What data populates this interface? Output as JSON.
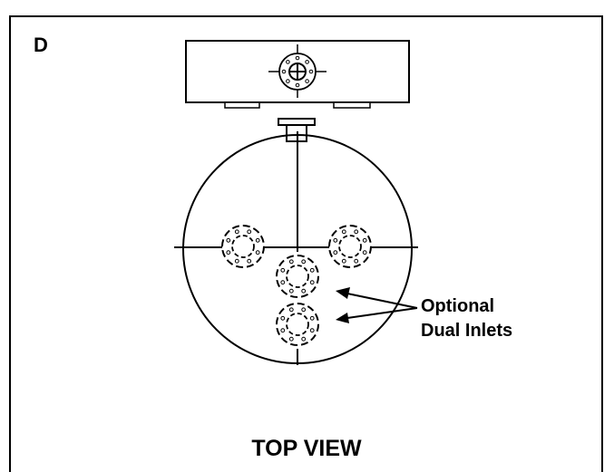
{
  "figure": {
    "panel_letter": "D",
    "callout_lines": [
      "Optional",
      "Dual Inlets"
    ],
    "caption": "TOP VIEW"
  },
  "colors": {
    "line": "#000000",
    "background": "#ffffff"
  }
}
